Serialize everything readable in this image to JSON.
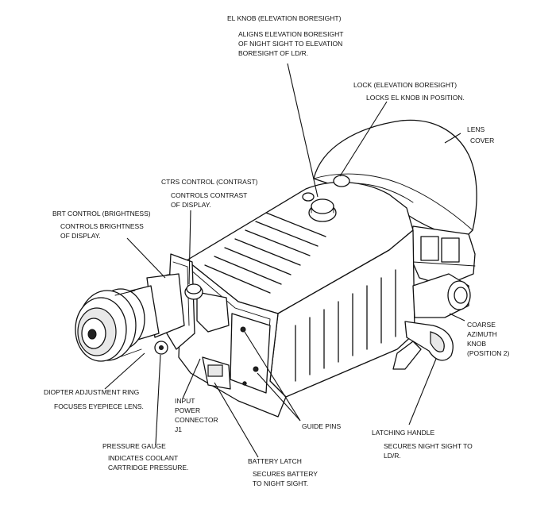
{
  "callouts": {
    "el_knob": {
      "title": "EL KNOB (ELEVATION BORESIGHT)",
      "desc": [
        "ALIGNS ELEVATION BORESIGHT",
        "OF NIGHT SIGHT TO ELEVATION",
        "BORESIGHT OF LD/R."
      ]
    },
    "lock": {
      "title": "LOCK (ELEVATION BORESIGHT)",
      "desc": [
        "LOCKS EL KNOB IN POSITION."
      ]
    },
    "lens_cover": {
      "title": [
        "LENS",
        "COVER"
      ]
    },
    "ctrs_control": {
      "title": "CTRS CONTROL (CONTRAST)",
      "desc": [
        "CONTROLS CONTRAST",
        "OF DISPLAY."
      ]
    },
    "brt_control": {
      "title": "BRT CONTROL (BRIGHTNESS)",
      "desc": [
        "CONTROLS BRIGHTNESS",
        "OF DISPLAY."
      ]
    },
    "coarse_azimuth": {
      "title": [
        "COARSE",
        "AZIMUTH",
        "KNOB",
        "(POSITION 2)"
      ]
    },
    "diopter": {
      "title": "DIOPTER ADJUSTMENT RING",
      "desc": [
        "FOCUSES EYEPIECE LENS."
      ]
    },
    "input_power": {
      "title": [
        "INPUT",
        "POWER",
        "CONNECTOR",
        "J1"
      ]
    },
    "guide_pins": {
      "title": "GUIDE PINS"
    },
    "latching_handle": {
      "title": "LATCHING HANDLE",
      "desc": [
        "SECURES NIGHT SIGHT TO",
        "LD/R."
      ]
    },
    "pressure_gauge": {
      "title": "PRESSURE GAUGE",
      "desc": [
        "INDICATES COOLANT",
        "CARTRIDGE PRESSURE."
      ]
    },
    "battery_latch": {
      "title": "BATTERY LATCH",
      "desc": [
        "SECURES BATTERY",
        "TO NIGHT SIGHT."
      ]
    }
  },
  "colors": {
    "ink": "#111111",
    "paper": "#ffffff"
  }
}
